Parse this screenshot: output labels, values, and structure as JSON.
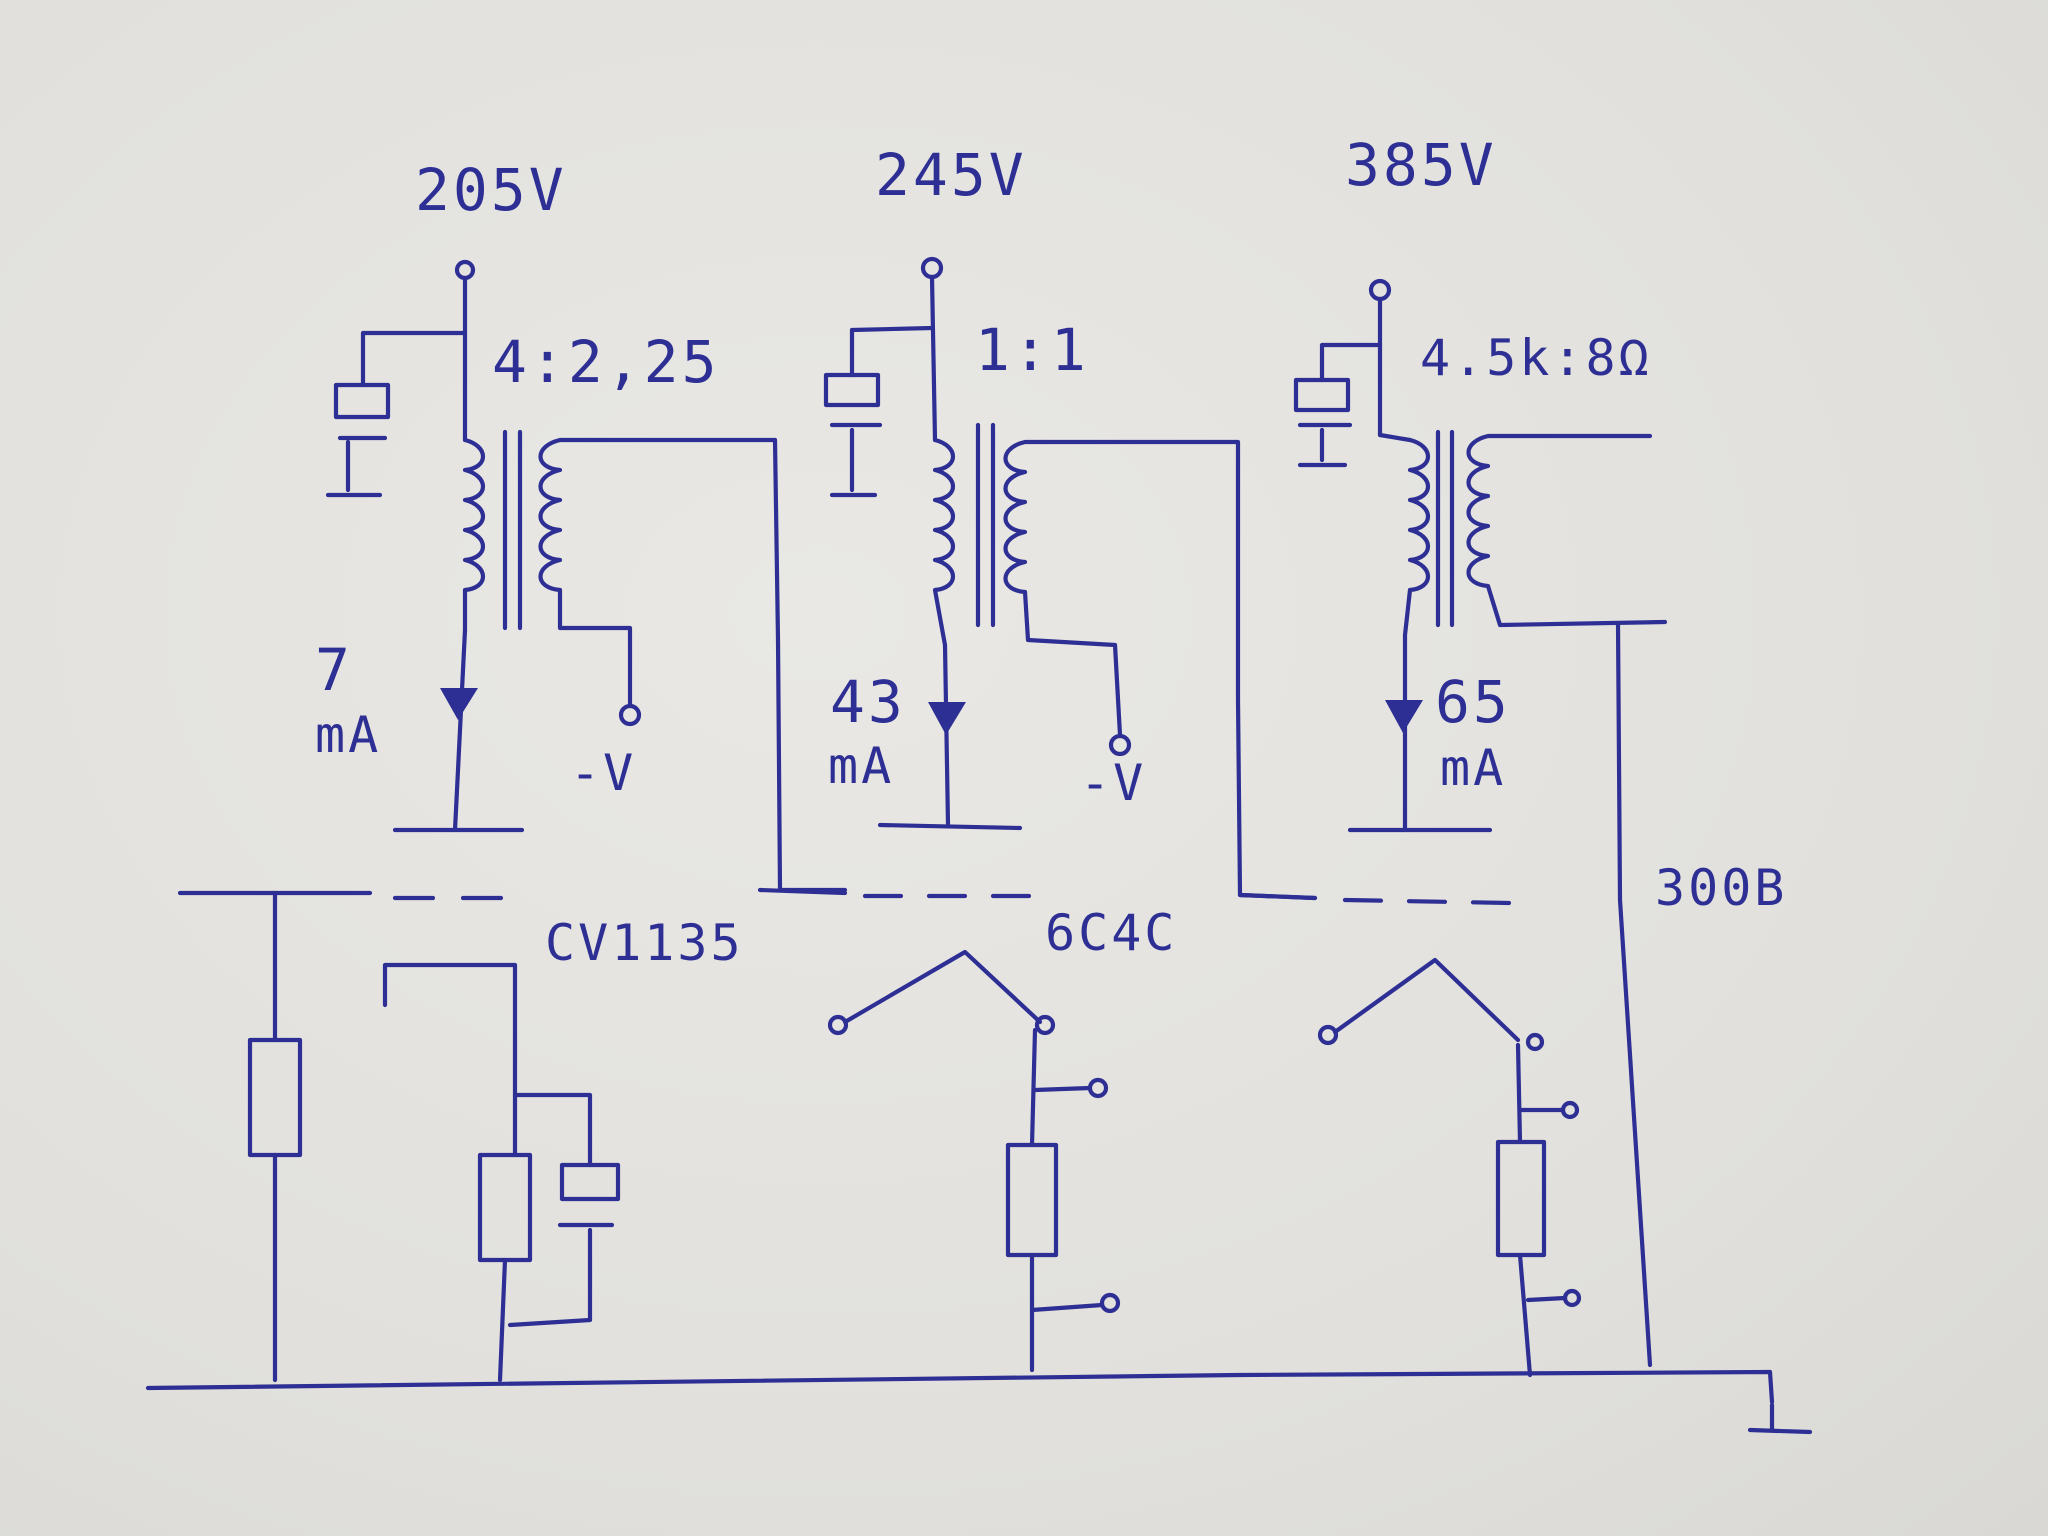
{
  "stages": [
    {
      "voltage": "205V",
      "ratio": "4:2,25",
      "current_value": "7",
      "current_unit": "mA",
      "neg_label": "-V"
    },
    {
      "voltage": "245V",
      "ratio": "1:1",
      "current_value": "43",
      "current_unit": "mA",
      "neg_label": "-V"
    },
    {
      "voltage": "385V",
      "ratio": "4.5k:8Ω",
      "current_value": "65",
      "current_unit": "mA"
    }
  ],
  "tubes": {
    "input": "CV1135",
    "driver": "6C4C",
    "output": "300B"
  },
  "ground_symbol": "⊥",
  "colors": {
    "ink": "#2e2f94",
    "paper": "#e3e2df"
  }
}
